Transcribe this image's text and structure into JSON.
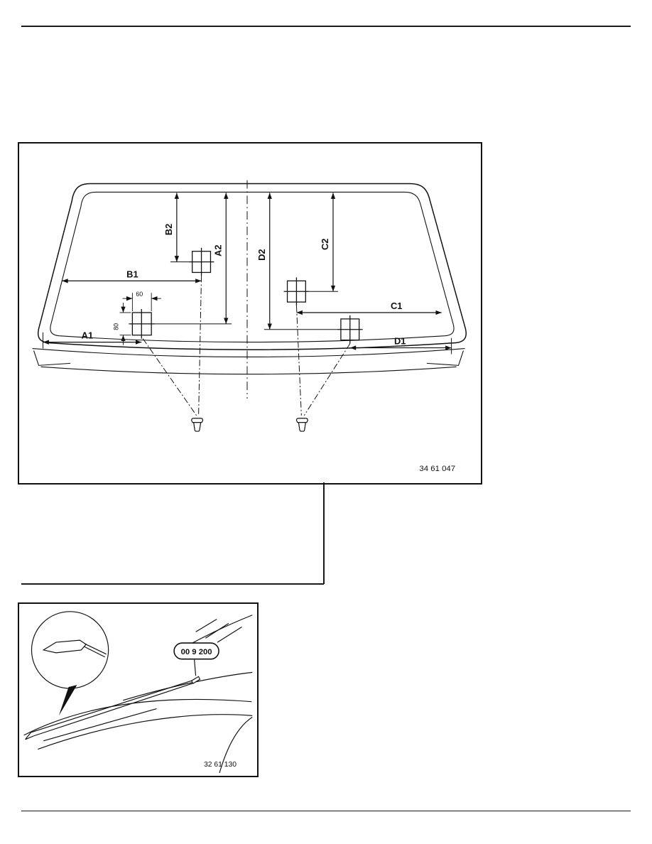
{
  "figure1": {
    "number": "34 61 047",
    "labels": {
      "A1": "A1",
      "A2": "A2",
      "B1": "B1",
      "B2": "B2",
      "C1": "C1",
      "C2": "C2",
      "D1": "D1",
      "D2": "D2",
      "dim60": "60",
      "dim80": "80"
    }
  },
  "figure2": {
    "number": "32 61 130",
    "tool": "00 9 200"
  }
}
